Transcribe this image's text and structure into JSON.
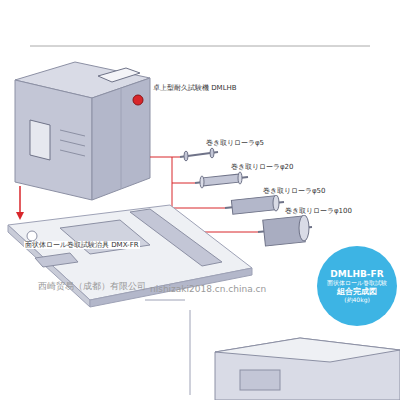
{
  "diagram": {
    "nodes": [
      {
        "text": [
          "DMLHB-FR",
          "面状体ロール巻取試験",
          "組合完成図",
          "(約40kg)"
        ]
      }
    ],
    "labels": [
      "卓上型耐久試験機 DMLHB",
      "巻き取りローラφ5",
      "巻き取りローラφ20",
      "巻き取りローラφ50",
      "巻き取りローラφ100",
      "面状体ロール巻取試験治具 DMX-FR",
      "西崎贸易（成都）有限公司",
      "nishizaki2018.cn.china.cn"
    ]
  }
}
